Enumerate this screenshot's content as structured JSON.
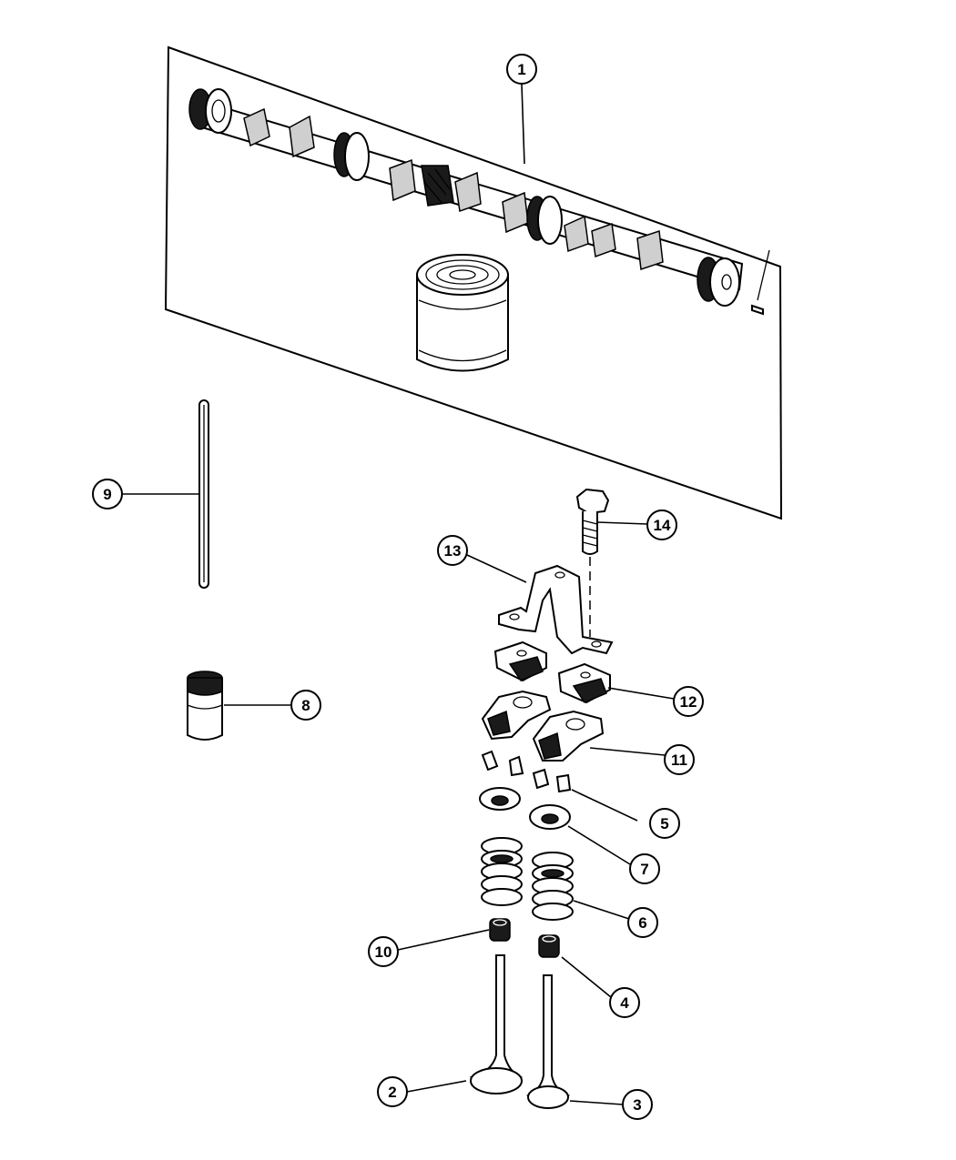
{
  "callouts": [
    {
      "num": "1",
      "part": "camshaft"
    },
    {
      "num": "2",
      "part": "intake-valve"
    },
    {
      "num": "3",
      "part": "exhaust-valve"
    },
    {
      "num": "4",
      "part": "valve-stem-seal"
    },
    {
      "num": "5",
      "part": "valve-lock"
    },
    {
      "num": "6",
      "part": "valve-spring"
    },
    {
      "num": "7",
      "part": "valve-retainer"
    },
    {
      "num": "8",
      "part": "lifter"
    },
    {
      "num": "9",
      "part": "push-rod"
    },
    {
      "num": "10",
      "part": "valve-stem-seal"
    },
    {
      "num": "11",
      "part": "rocker-arm"
    },
    {
      "num": "12",
      "part": "rocker-pivot"
    },
    {
      "num": "13",
      "part": "rocker-bridge"
    },
    {
      "num": "14",
      "part": "bolt"
    }
  ],
  "colors": {
    "line": "#000000",
    "background": "#ffffff",
    "shade": "#cfcfcf"
  }
}
